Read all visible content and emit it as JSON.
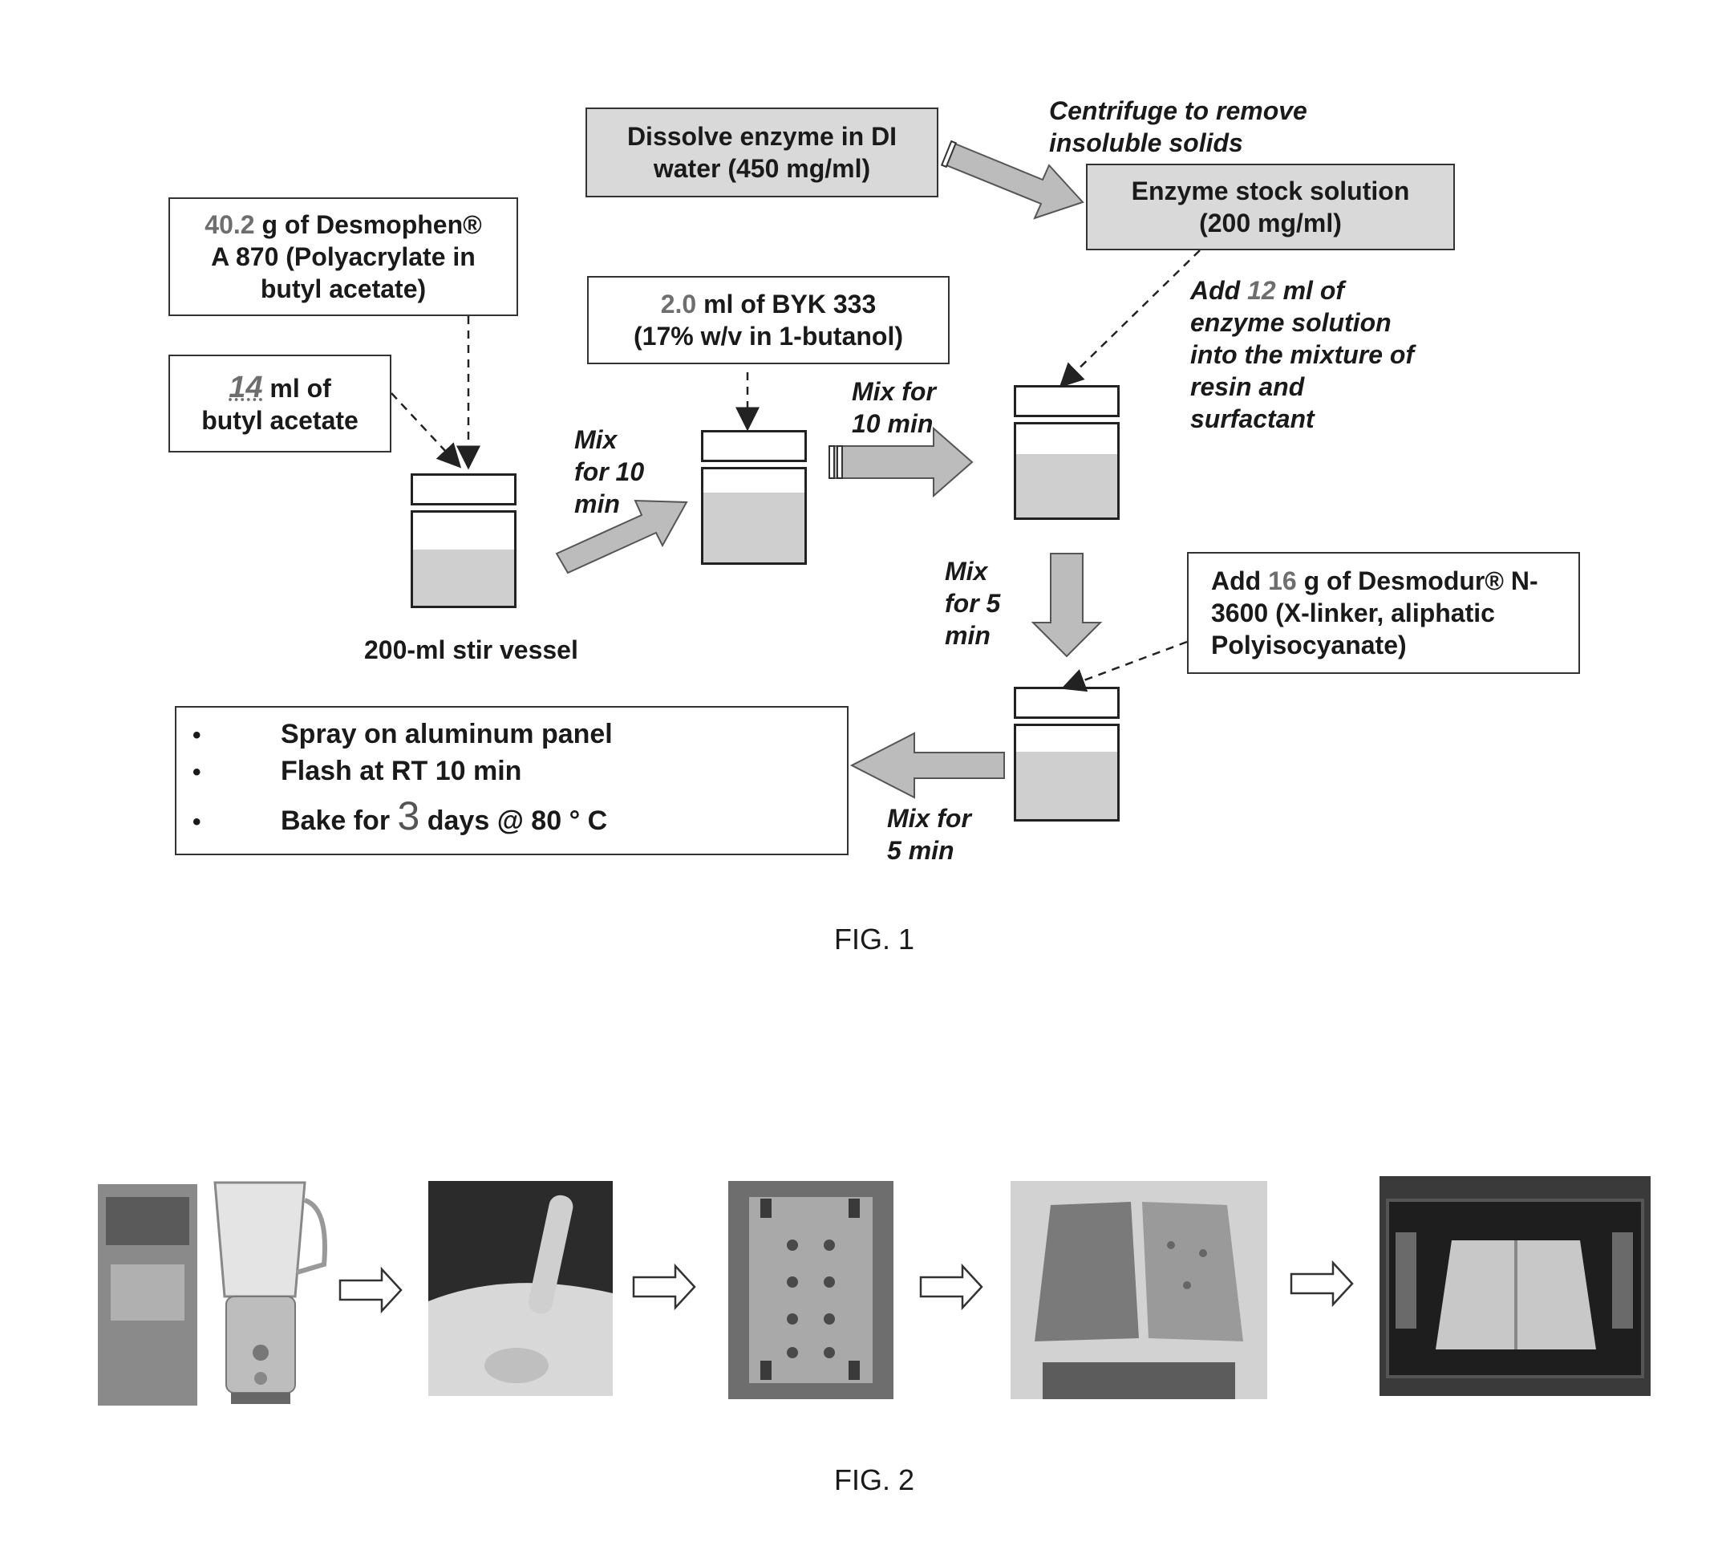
{
  "fig1": {
    "dissolve_box": [
      "Dissolve enzyme in DI",
      "water (450 mg/ml)"
    ],
    "centrifuge_label": [
      "Centrifuge to remove",
      "insoluble solids"
    ],
    "stock_box": [
      "Enzyme stock solution",
      "(200 mg/ml)"
    ],
    "desmophen_box": {
      "num": "40.2",
      "line1_rest": " g of Desmophen®",
      "line2": "A 870 (Polyacrylate in",
      "line3": "butyl acetate)"
    },
    "butyl_box": {
      "num": "14",
      "line1_rest": " ml of",
      "line2": "butyl acetate"
    },
    "byk_box": {
      "num": "2.0",
      "line1_rest": " ml of BYK 333",
      "line2": "(17% w/v in 1-butanol)"
    },
    "add_enzyme_label": {
      "pre": "Add ",
      "num": "12",
      "post": " ml of",
      "lines": [
        "enzyme solution",
        "into the mixture of",
        "resin and",
        "surfactant"
      ]
    },
    "mix1_label": [
      "Mix",
      "for 10",
      "min"
    ],
    "mix2_label": [
      "Mix for",
      "10 min"
    ],
    "mix3_label": [
      "Mix",
      "for 5",
      "min"
    ],
    "mix4_label": [
      "Mix for",
      "5 min"
    ],
    "vessel_label": "200-ml stir vessel",
    "desmodur_box": {
      "pre": "Add ",
      "num": "16",
      "post": " g of Desmodur® N-",
      "line2": "3600 (X-linker, aliphatic",
      "line3": "Polyisocyanate)"
    },
    "steps": {
      "bullet": "•",
      "s1": "Spray on aluminum panel",
      "s2": "Flash at RT 10 min",
      "s3_pre": "Bake for ",
      "s3_num": "3",
      "s3_post": " days @ 80 ° C"
    },
    "caption": "FIG. 1"
  },
  "fig2": {
    "caption": "FIG. 2"
  }
}
